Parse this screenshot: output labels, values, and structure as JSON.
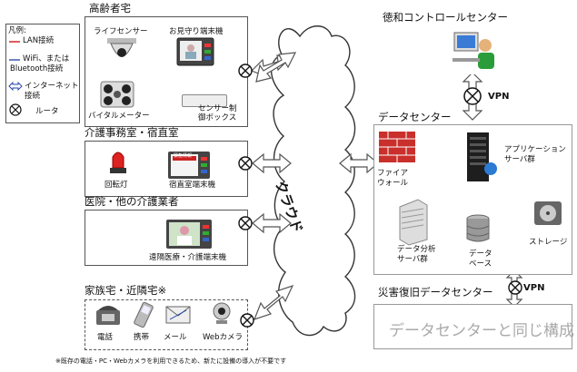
{
  "legend": {
    "title": "凡例:",
    "lan": "LAN接続",
    "wifi": [
      "WiFi、または",
      "Bluetooth接続"
    ],
    "internet": [
      "インターネット",
      "接続"
    ],
    "router": "ルータ"
  },
  "elderly_home": {
    "title": "高齢者宅",
    "life_sensor": "ライフセンサー",
    "watch_terminal": "お見守り端末機",
    "vital_meter": "バイタルメーター",
    "sensor_box": [
      "センサー制",
      "御ボックス"
    ]
  },
  "care_office": {
    "title": "介護事務室・宿直室",
    "rotating_light": "回転灯",
    "night_terminal": "宿直室端末機",
    "screen_label": "緊急情報"
  },
  "hospital": {
    "title": "医院・他の介護業者",
    "remote_terminal": "遠隔医療・介護端末機"
  },
  "family": {
    "title": "家族宅・近隣宅※",
    "phone": "電話",
    "mobile": "携帯",
    "mail": "メール",
    "webcam": "Webカメラ",
    "note": "※既存の電話・PC・Webカメラを利用できるため、新たに設備の導入が不要です"
  },
  "cloud": {
    "label": "クラウド"
  },
  "control_center": {
    "title": "徳和コントロールセンター",
    "vpn": "VPN"
  },
  "data_center": {
    "title": "データセンター",
    "firewall": [
      "ファイア",
      "ウォール"
    ],
    "app_servers": [
      "アプリケーション",
      "サーバ群"
    ],
    "analysis_servers": [
      "データ分析",
      "サーバ群"
    ],
    "database": [
      "データ",
      "ベース"
    ],
    "storage": "ストレージ"
  },
  "dr_center": {
    "title": "災害復旧データセンター",
    "vpn": "VPN",
    "body": "データセンターと同じ構成"
  },
  "colors": {
    "lan": "#cc0000",
    "wifi": "#1f3fa8",
    "cloud_stroke": "#333333",
    "dr_text": "#aaaaaa"
  }
}
